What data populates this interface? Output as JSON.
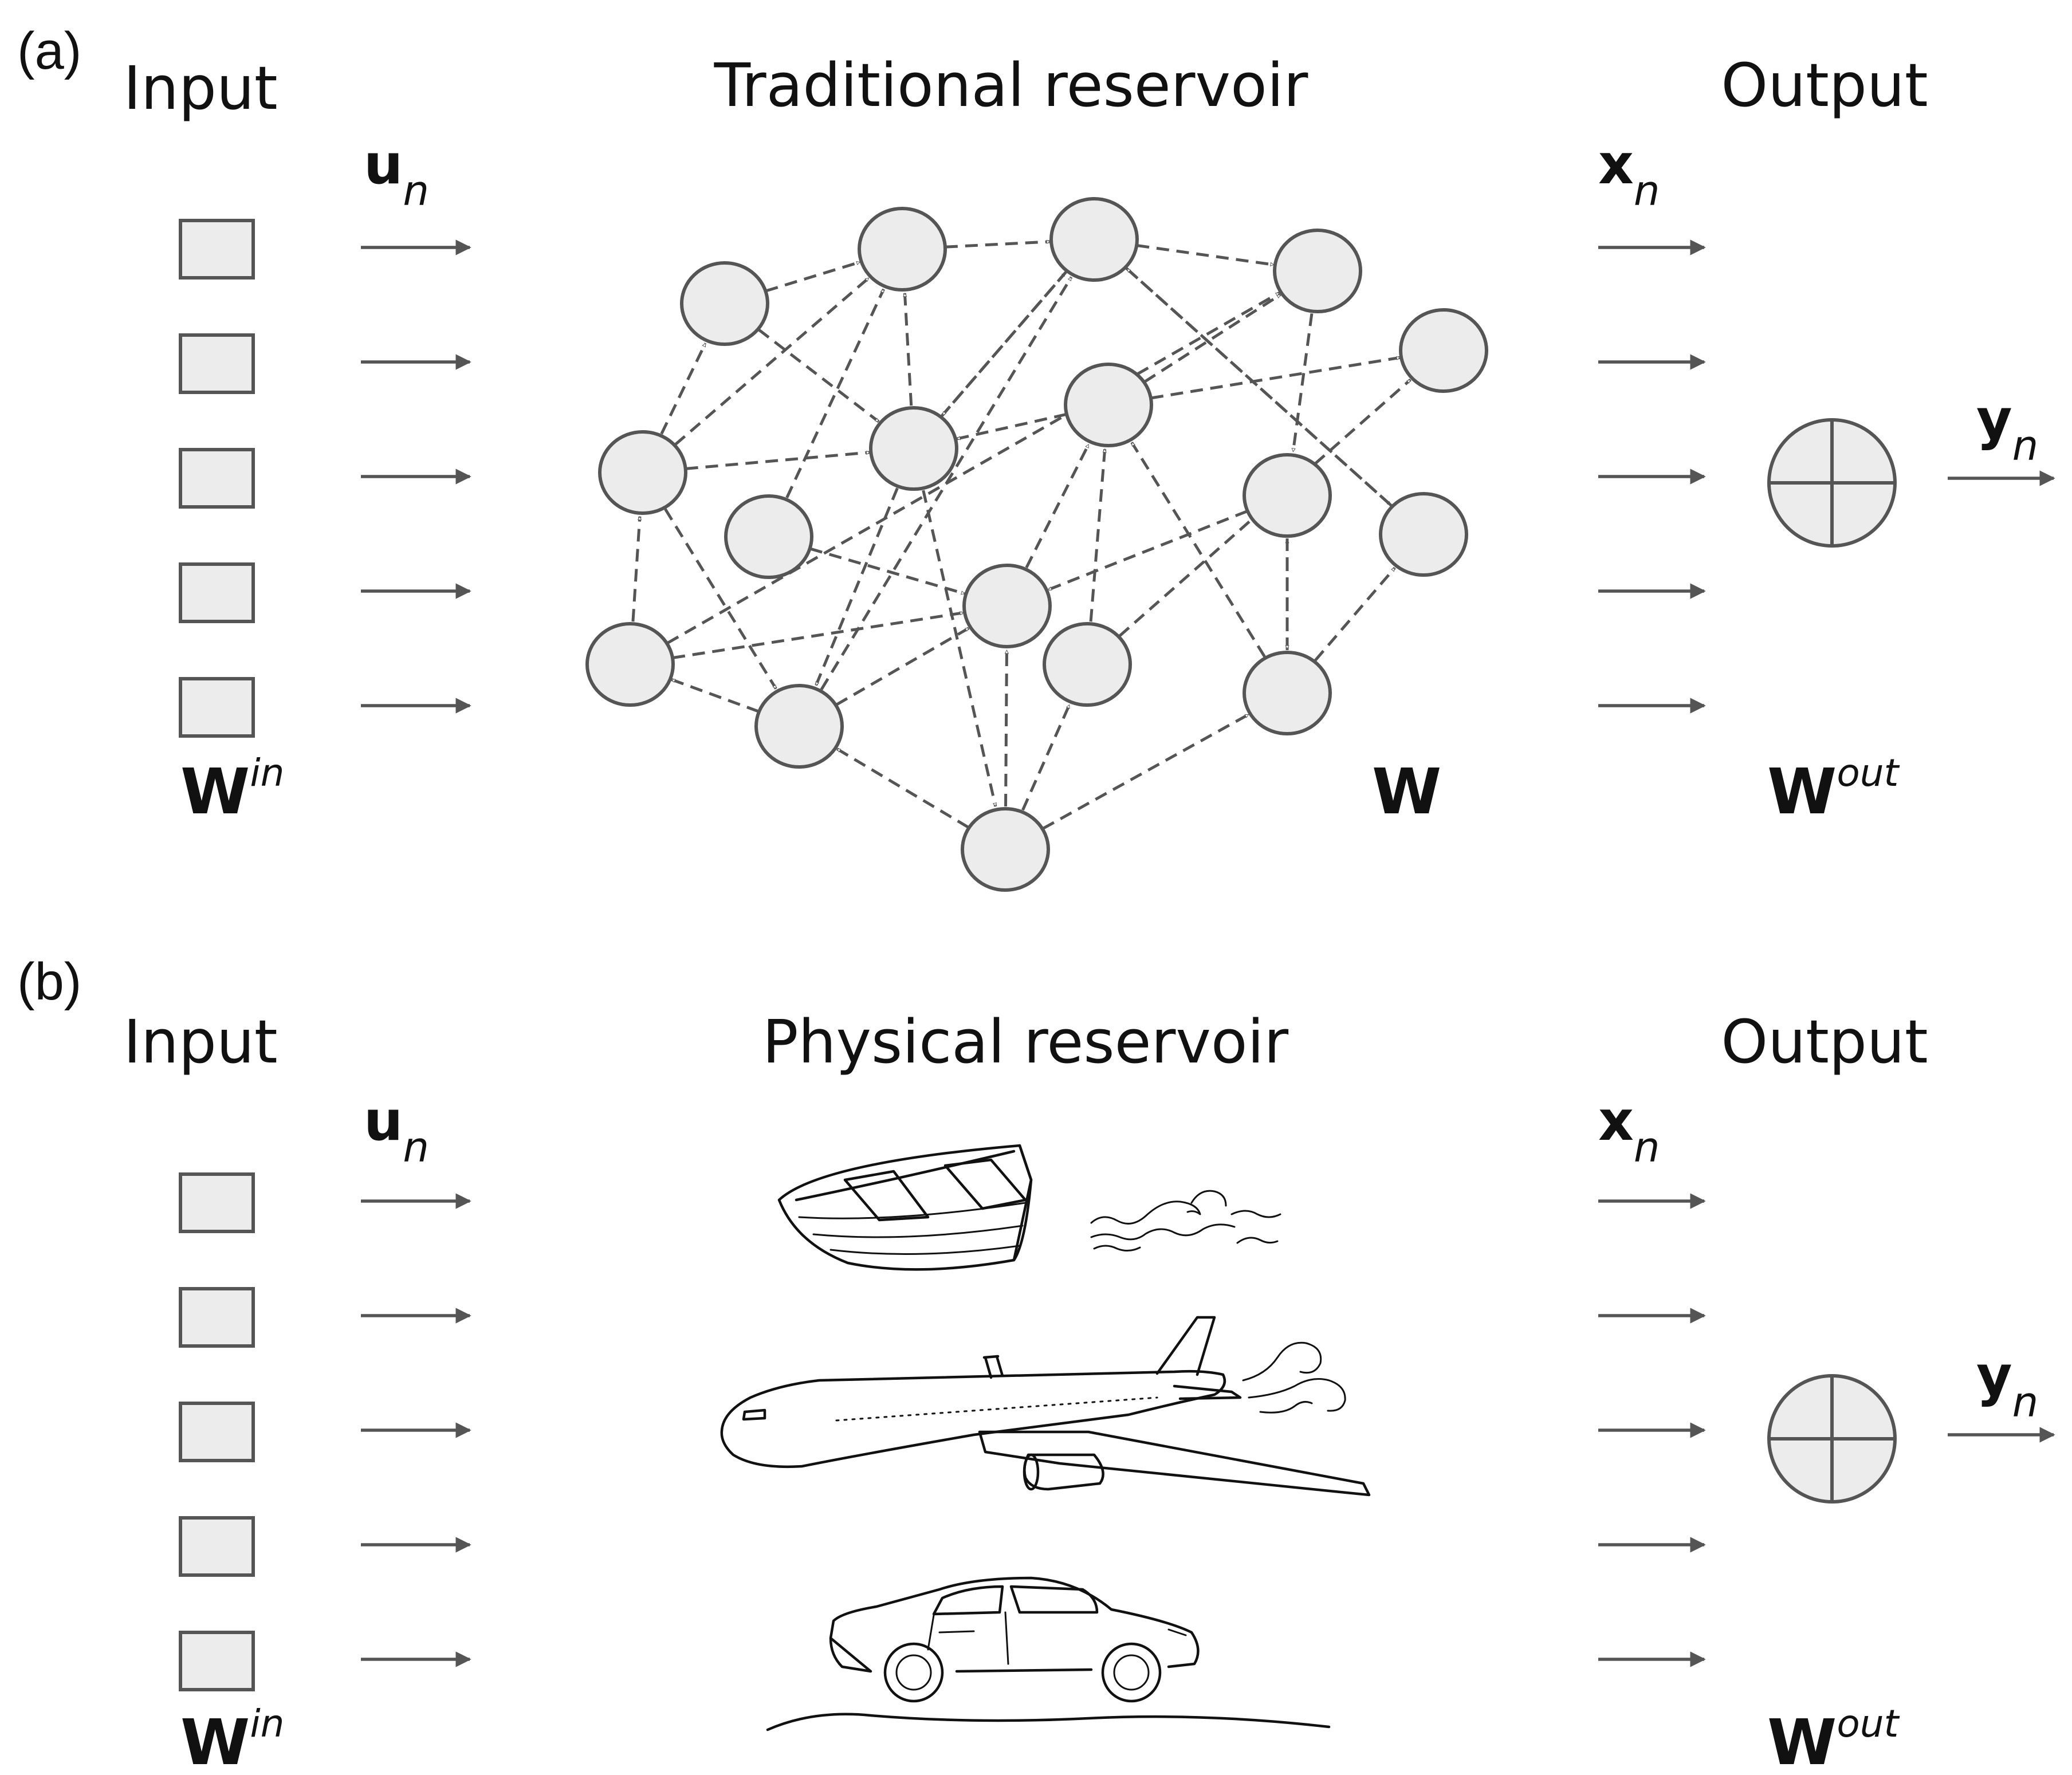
{
  "panel_a": {
    "tag": "(a)",
    "input_title": "Input",
    "reservoir_title": "Traditional reservoir",
    "output_title": "Output",
    "u_symbol": "u",
    "u_sub": "n",
    "x_symbol": "x",
    "x_sub": "n",
    "y_symbol": "y",
    "y_sub": "n",
    "w_in": "W",
    "w_in_sup": "in",
    "w": "W",
    "w_out": "W",
    "w_out_sup": "out"
  },
  "panel_b": {
    "tag": "(b)",
    "input_title": "Input",
    "reservoir_title": "Physical reservoir",
    "output_title": "Output",
    "u_symbol": "u",
    "u_sub": "n",
    "x_symbol": "x",
    "x_sub": "n",
    "y_symbol": "y",
    "y_sub": "n",
    "w_in": "W",
    "w_in_sup": "in",
    "w_out": "W",
    "w_out_sup": "out",
    "illustrations": [
      "boat-with-waves",
      "airplane-with-wind",
      "car-on-road"
    ]
  },
  "colors": {
    "stroke": "#555555",
    "fill": "#ececec",
    "text": "#111111"
  }
}
